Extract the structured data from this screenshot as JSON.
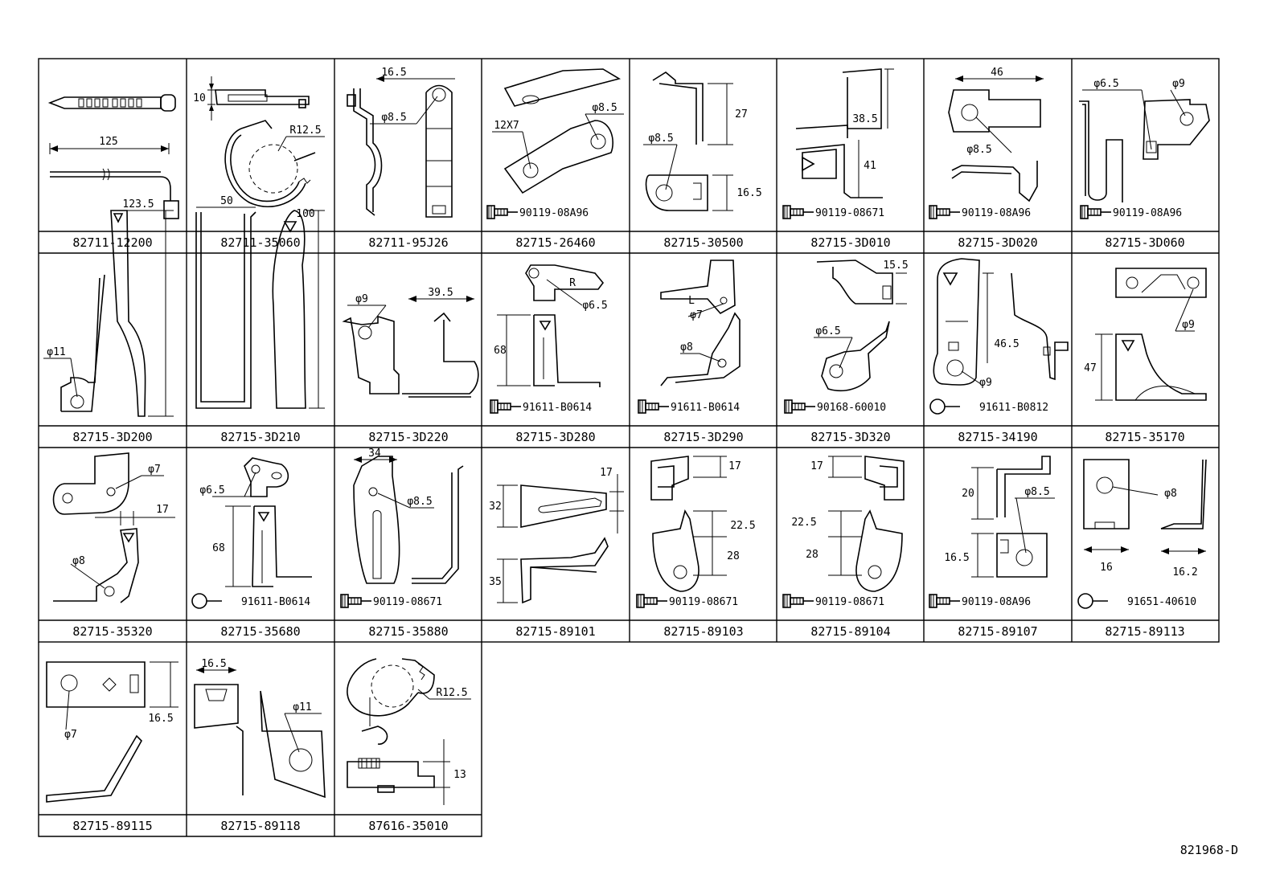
{
  "diagram_code": "821968-D",
  "cells": [
    {
      "part": "82711-12200",
      "dims": [
        "125"
      ],
      "bolt": ""
    },
    {
      "part": "82711-35060",
      "dims": [
        "10",
        "R12.5"
      ],
      "bolt": ""
    },
    {
      "part": "82711-95J26",
      "dims": [
        "16.5",
        "φ8.5"
      ],
      "bolt": ""
    },
    {
      "part": "82715-26460",
      "dims": [
        "12X7",
        "φ8.5"
      ],
      "bolt": "90119-08A96"
    },
    {
      "part": "82715-30500",
      "dims": [
        "27",
        "φ8.5",
        "16.5"
      ],
      "bolt": ""
    },
    {
      "part": "82715-3D010",
      "dims": [
        "38.5",
        "41"
      ],
      "bolt": "90119-08671"
    },
    {
      "part": "82715-3D020",
      "dims": [
        "46",
        "φ8.5"
      ],
      "bolt": "90119-08A96"
    },
    {
      "part": "82715-3D060",
      "dims": [
        "φ6.5",
        "φ9"
      ],
      "bolt": "90119-08A96"
    },
    {
      "part": "82715-3D200",
      "dims": [
        "123.5",
        "φ11"
      ],
      "bolt": ""
    },
    {
      "part": "82715-3D210",
      "dims": [
        "50",
        "100"
      ],
      "bolt": ""
    },
    {
      "part": "82715-3D220",
      "dims": [
        "39.5",
        "φ9"
      ],
      "bolt": ""
    },
    {
      "part": "82715-3D280",
      "dims": [
        "R",
        "φ6.5",
        "68"
      ],
      "bolt": "91611-B0614"
    },
    {
      "part": "82715-3D290",
      "dims": [
        "L",
        "φ7",
        "φ8"
      ],
      "bolt": "91611-B0614"
    },
    {
      "part": "82715-3D320",
      "dims": [
        "15.5",
        "φ6.5"
      ],
      "bolt": "90168-60010"
    },
    {
      "part": "82715-34190",
      "dims": [
        "46.5",
        "φ9"
      ],
      "bolt": "91611-B0812"
    },
    {
      "part": "82715-35170",
      "dims": [
        "φ9",
        "47"
      ],
      "bolt": ""
    },
    {
      "part": "82715-35320",
      "dims": [
        "φ7",
        "17",
        "φ8"
      ],
      "bolt": ""
    },
    {
      "part": "82715-35680",
      "dims": [
        "φ6.5",
        "68"
      ],
      "bolt": "91611-B0614"
    },
    {
      "part": "82715-35880",
      "dims": [
        "34",
        "φ8.5"
      ],
      "bolt": "90119-08671"
    },
    {
      "part": "82715-89101",
      "dims": [
        "17",
        "32",
        "35"
      ],
      "bolt": ""
    },
    {
      "part": "82715-89103",
      "dims": [
        "17",
        "22.5",
        "28"
      ],
      "bolt": "90119-08671"
    },
    {
      "part": "82715-89104",
      "dims": [
        "17",
        "22.5",
        "28"
      ],
      "bolt": "90119-08671"
    },
    {
      "part": "82715-89107",
      "dims": [
        "20",
        "φ8.5",
        "16.5"
      ],
      "bolt": "90119-08A96"
    },
    {
      "part": "82715-89113",
      "dims": [
        "φ8",
        "16",
        "16.2"
      ],
      "bolt": "91651-40610"
    },
    {
      "part": "82715-89115",
      "dims": [
        "φ7",
        "16.5"
      ],
      "bolt": ""
    },
    {
      "part": "82715-89118",
      "dims": [
        "16.5",
        "φ11"
      ],
      "bolt": ""
    },
    {
      "part": "87616-35010",
      "dims": [
        "R12.5",
        "13"
      ],
      "bolt": ""
    }
  ]
}
